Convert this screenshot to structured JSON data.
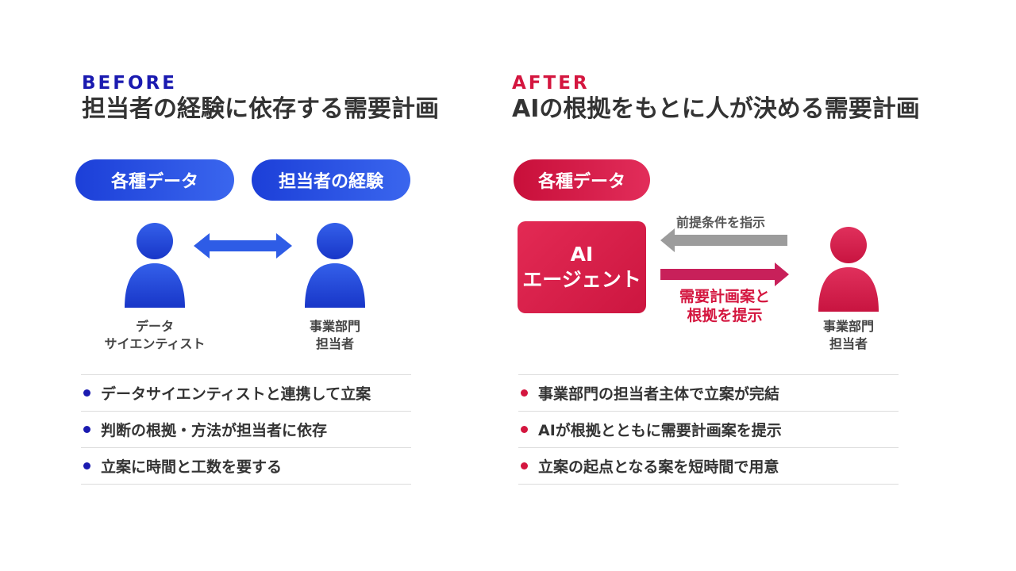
{
  "before": {
    "tag": "BEFORE",
    "headline": "担当者の経験に依存する需要計画",
    "pills": [
      "各種データ",
      "担当者の経験"
    ],
    "person_left": [
      "データ",
      "サイエンティスト"
    ],
    "person_right": [
      "事業部門",
      "担当者"
    ],
    "bullets": [
      "データサイエンティストと連携して立案",
      "判断の根拠・方法が担当者に依存",
      "立案に時間と工数を要する"
    ]
  },
  "after": {
    "tag": "AFTER",
    "headline": "AIの根拠をもとに人が決める需要計画",
    "pill": "各種データ",
    "ai_box": [
      "AI",
      "エージェント"
    ],
    "arrow_left_label": "前提条件を指示",
    "arrow_right_label": [
      "需要計画案と",
      "根拠を提示"
    ],
    "person": [
      "事業部門",
      "担当者"
    ],
    "bullets": [
      "事業部門の担当者主体で立案が完結",
      "AIが根拠とともに需要計画案を提示",
      "立案の起点となる案を短時間で用意"
    ]
  },
  "colors": {
    "before_accent": "#1a1ab0",
    "after_accent": "#d4163f",
    "blue_person": "#1f46dc",
    "red_person": "#d21a48",
    "grey_arrow": "#9c9c9c",
    "red_arrow": "#c8205a"
  }
}
